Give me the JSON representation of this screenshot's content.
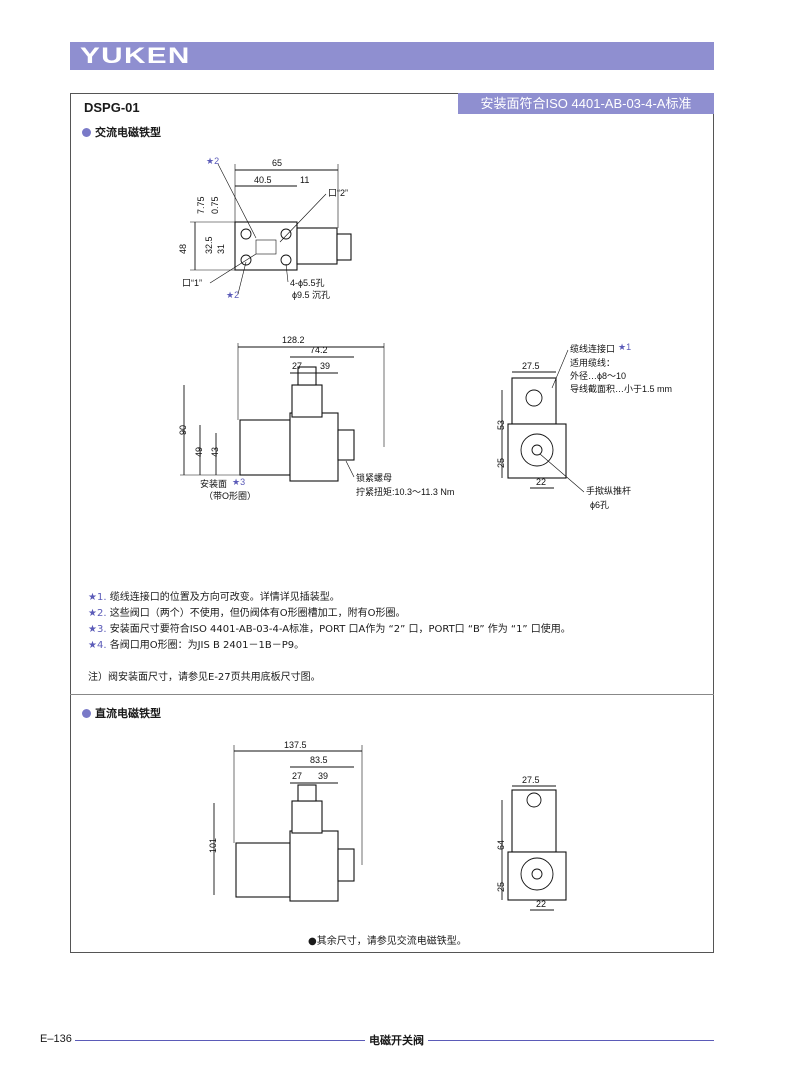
{
  "header": {
    "brand": "YUKEN"
  },
  "model": "DSPG-01",
  "standard_banner": "安装面符合ISO 4401-AB-03-4-A标准",
  "sections": {
    "ac": "交流电磁铁型",
    "dc": "直流电磁铁型"
  },
  "top_view": {
    "dims": [
      "65",
      "40.5",
      "11",
      "7.75",
      "0.75",
      "48",
      "32.5",
      "31"
    ],
    "star2_top": "★2",
    "star2_bottom": "★2",
    "port2": "口“2”",
    "port1": "口“1”",
    "hole": "4-ϕ5.5孔",
    "counterbore": "ϕ9.5 沉孔"
  },
  "ac_side": {
    "dims": [
      "128.2",
      "74.2",
      "27",
      "39",
      "90",
      "49",
      "43"
    ],
    "mount_label": "安装面",
    "mount_star": "★3",
    "oring": "（带O形圈）",
    "nut": "锁紧螺母",
    "torque": "拧紧扭矩:10.3～11.3 Nm"
  },
  "ac_end": {
    "dims": [
      "27.5",
      "53",
      "25",
      "22"
    ],
    "cable_port": "缆线连接口",
    "cable_star": "★1",
    "cable_spec1": "适用缆线：",
    "cable_spec2": "外径…ϕ8～10",
    "cable_spec3": "导线截面积…小于1.5 mm",
    "manual": "手揿纵推杆",
    "manual_hole": "ϕ6孔"
  },
  "notes": [
    {
      "star": "★1.",
      "text": "缆线连接口的位置及方向可改变。详情详见插装型。"
    },
    {
      "star": "★2.",
      "text": "这些阀口（两个）不使用，但仍阀体有O形圈槽加工，附有O形圈。"
    },
    {
      "star": "★3.",
      "text": "安装面尺寸要符合ISO 4401-AB-03-4-A标准，PORT 口A作为 “2” 口，PORT口 “B” 作为 “1” 口使用。"
    },
    {
      "star": "★4.",
      "text": "各阀口用O形圈：为JIS B 2401－1B－P9。"
    }
  ],
  "remark": "注）阀安装面尺寸，请参见E-27页共用底板尺寸图。",
  "dc_side": {
    "dims": [
      "137.5",
      "83.5",
      "27",
      "39",
      "101"
    ]
  },
  "dc_end": {
    "dims": [
      "27.5",
      "64",
      "25",
      "22"
    ]
  },
  "dc_note": "●其余尺寸，请参见交流电磁铁型。",
  "footer": {
    "page": "E–136",
    "title": "电磁开关阀"
  },
  "colors": {
    "accent": "#8f8fd0",
    "dot": "#7a7ac8"
  }
}
